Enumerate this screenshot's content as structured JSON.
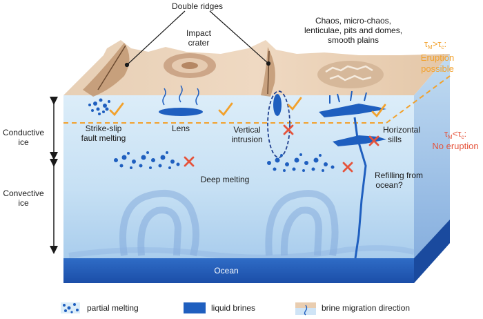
{
  "labels": {
    "double_ridges": "Double ridges",
    "impact_crater_1": "Impact",
    "impact_crater_2": "crater",
    "chaos_1": "Chaos, micro-chaos,",
    "chaos_2": "lenticulae, pits and domes,",
    "chaos_3": "smooth plains",
    "eruption_possible_1": "Eruption",
    "eruption_possible_2": "possible",
    "no_eruption": "No eruption",
    "conductive_1": "Conductive",
    "conductive_2": "ice",
    "convective_1": "Convective",
    "convective_2": "ice",
    "strike_slip_1": "Strike-slip",
    "strike_slip_2": "fault melting",
    "lens": "Lens",
    "vertical_1": "Vertical",
    "vertical_2": "intrusion",
    "horizontal_1": "Horizontal",
    "horizontal_2": "sills",
    "deep_melting": "Deep melting",
    "refilling_1": "Refilling from",
    "refilling_2": "ocean?",
    "ocean": "Ocean"
  },
  "formula": {
    "tau": "τ",
    "sub_m": "M",
    "sub_c": "c",
    "gt": ">",
    "lt": "<",
    "colon": ":"
  },
  "legend": {
    "partial_melting": "partial melting",
    "liquid_brines": "liquid brines",
    "brine_migration": "brine migration direction"
  },
  "colors": {
    "eruption": "#f2a12c",
    "no_eruption": "#e5533b",
    "brine": "#1f5fbf",
    "ocean": "#1f55b5",
    "surface": "#e9cdb0"
  }
}
